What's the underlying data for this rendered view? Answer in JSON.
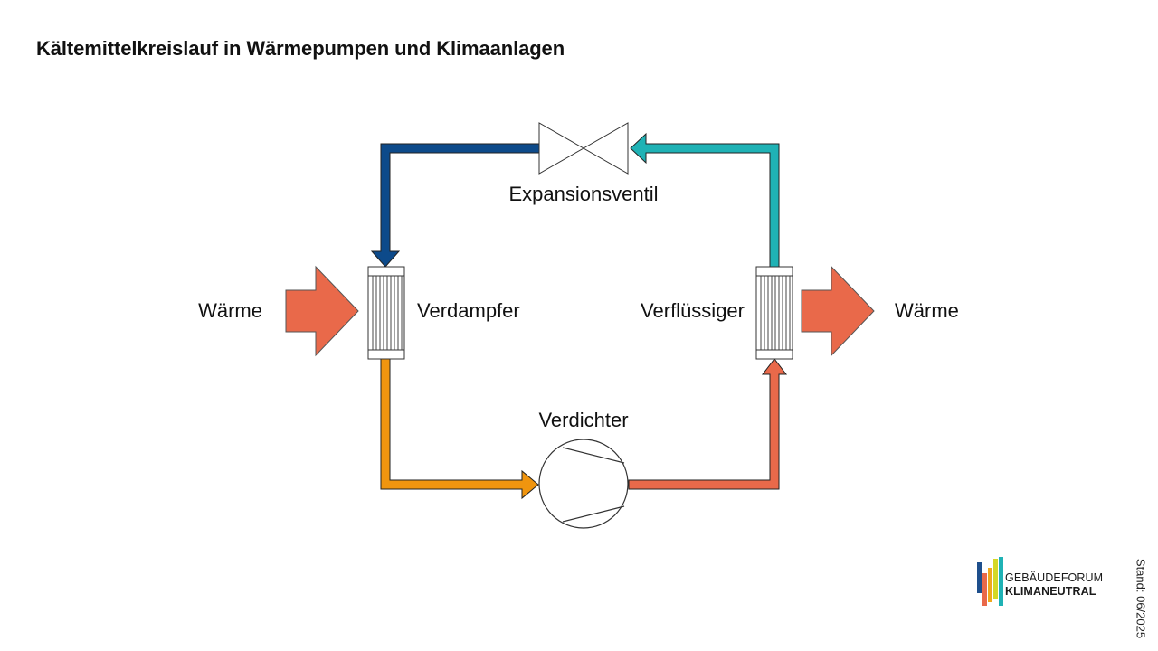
{
  "title": "Kältemittelkreislauf in Wärmepumpen und Klimaanlagen",
  "labels": {
    "expansion_valve": "Expansionsventil",
    "evaporator": "Verdampfer",
    "condenser": "Verflüssiger",
    "compressor": "Verdichter",
    "heat_in": "Wärme",
    "heat_out": "Wärme"
  },
  "logo": {
    "line1": "GEBÄUDEFORUM",
    "line2": "KLIMANEUTRAL"
  },
  "stand": "Stand: 06/2025",
  "colors": {
    "cold_low_pressure": "#0d4a8a",
    "cold_gas": "#f0950f",
    "hot_gas": "#e9694a",
    "warm_liquid": "#1fb2b5",
    "heat_arrow": "#e9694a",
    "outline": "#333333"
  }
}
